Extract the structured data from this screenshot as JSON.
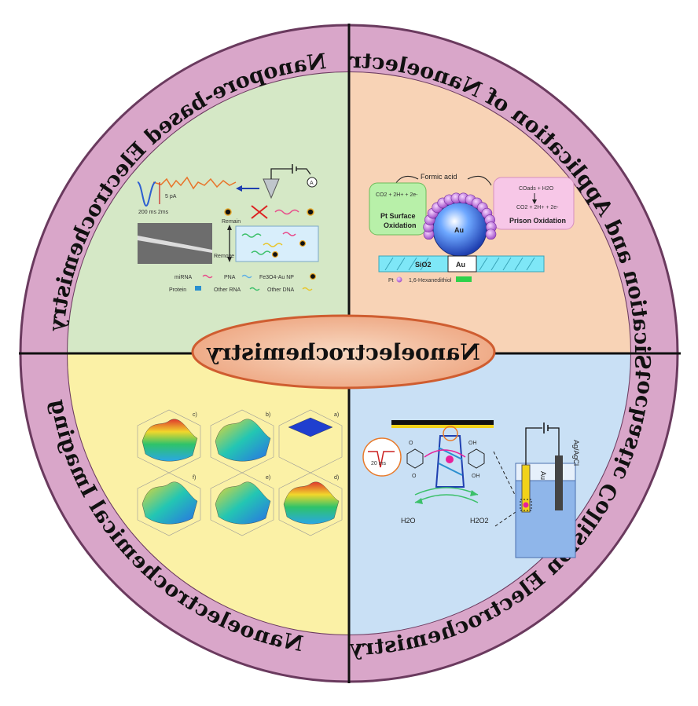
{
  "center": {
    "title": "Nanoelectrochemistry"
  },
  "sections": {
    "top_left": {
      "title": "Nanopore-based Electrochemistry",
      "color": "#d5e8c6"
    },
    "top_right": {
      "title": "Fabrication and Application of Nanoelectrodes",
      "color": "#f8d3b6"
    },
    "bottom_right": {
      "title": "Stochastic Collision Electrochemistry",
      "color": "#c9e0f5"
    },
    "bottom_left": {
      "title": "Nanoelectrochemical Imaging",
      "color": "#fbf1a6"
    }
  },
  "colors": {
    "ring": "#d9a6c9",
    "ring_dark": "#c58cb6",
    "ellipse_inner": "#f6c9a8",
    "ellipse_outer": "#e3865a"
  },
  "nanopore_panel": {
    "trace_labels": [
      "5 pA",
      "200 ms  2ms"
    ],
    "electrode_label": "A",
    "remain_label": "Remain",
    "remove_label": "Remove",
    "legend": [
      {
        "label": "Fe3O4-Au NP"
      },
      {
        "label": "PNA"
      },
      {
        "label": "miRNA"
      },
      {
        "label": "Other DNA"
      },
      {
        "label": "Other RNA"
      },
      {
        "label": "Protein"
      }
    ]
  },
  "nanoelectrode_panel": {
    "formic_acid": "Formic acid",
    "left_box": {
      "line1": "CO2 + 2H+ + 2e-",
      "line2": "Pt Surface",
      "line3": "Oxidation"
    },
    "right_box": {
      "line1": "COads + H2O",
      "line2": "CO2 + 2H+ + 2e-",
      "line3": "Prison Oxidation"
    },
    "core_label": "Au",
    "substrate_label": "SiO2",
    "au_label": "Au",
    "legend_linker": "1,6-Hexanedithiol",
    "legend_pt": "Pt"
  },
  "collision_panel": {
    "reagents": [
      "H2O",
      "H2O2"
    ],
    "electrode_labels": [
      "Au",
      "Ag/AgCl"
    ],
    "molecules": [
      "OH",
      "OH",
      "O",
      "O"
    ],
    "scale": "20 ms"
  },
  "imaging_panel": {
    "panel_letters": [
      "c)",
      "b)",
      "a)",
      "f)",
      "e)",
      "d)"
    ]
  }
}
